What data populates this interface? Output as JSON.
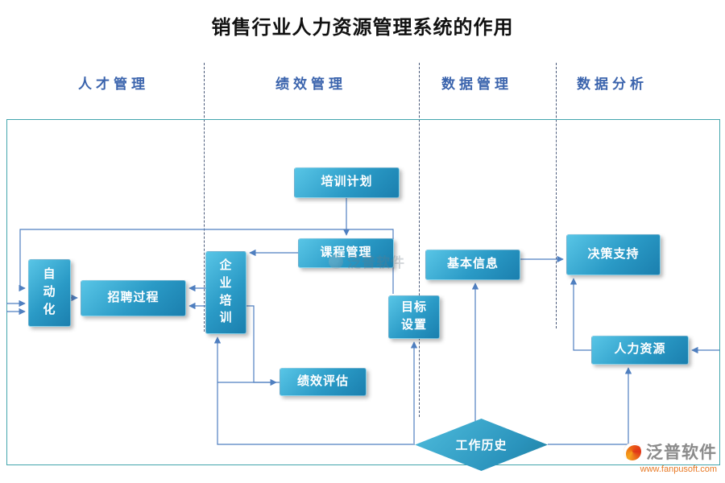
{
  "title": "销售行业人力资源管理系统的作用",
  "columns": [
    {
      "label": "人才管理"
    },
    {
      "label": "绩效管理"
    },
    {
      "label": "数据管理"
    },
    {
      "label": "数据分析"
    }
  ],
  "nodes": {
    "training_plan": {
      "label": "培训计划"
    },
    "course_management": {
      "label": "课程管理"
    },
    "basic_info": {
      "label": "基本信息"
    },
    "decision_support": {
      "label": "决策支持"
    },
    "automation": {
      "label": "自动化"
    },
    "recruitment_process": {
      "label": "招聘过程"
    },
    "enterprise_training": {
      "label": "企业培训"
    },
    "goal_setting": {
      "label": "目标设置"
    },
    "performance_review": {
      "label": "绩效评估"
    },
    "human_resources": {
      "label": "人力资源"
    },
    "work_history": {
      "label": "工作历史"
    }
  },
  "watermark": {
    "text": "泛普软件"
  },
  "brand": {
    "name": "泛普软件",
    "url": "www.fanpusoft.com"
  },
  "colors": {
    "header_blue": "#3b64ad",
    "connector_blue": "#4f7fc0",
    "box_gradient_start": "#58c5e6",
    "box_gradient_end": "#1b7fae",
    "frame_teal": "#43a5ad",
    "brand_gray": "#8b8b8b",
    "brand_orange": "#e87a26"
  }
}
